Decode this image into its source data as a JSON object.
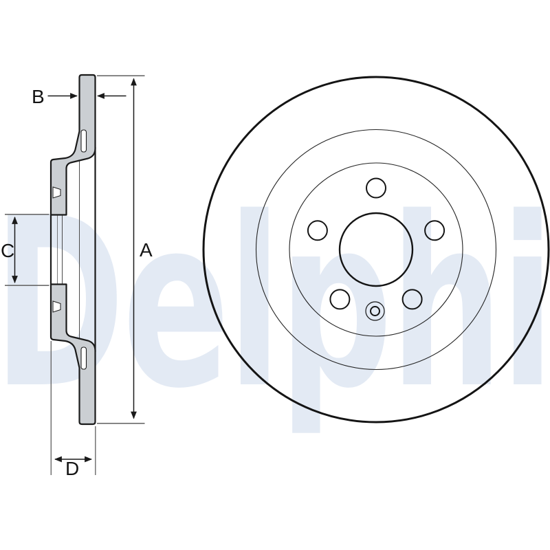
{
  "watermark": {
    "text": "Delphi",
    "color": "#e3eaf4"
  },
  "dimensions": {
    "a": {
      "label": "A",
      "meaning": "outer diameter"
    },
    "b": {
      "label": "B",
      "meaning": "disc thickness"
    },
    "c": {
      "label": "C",
      "meaning": "centre bore diameter"
    },
    "d": {
      "label": "D",
      "meaning": "overall height"
    }
  },
  "drawing": {
    "description": "Brake disc technical line drawing, side cross-section and front view",
    "views": [
      "cross-section",
      "front-view"
    ],
    "front_view": {
      "bolt_holes": 5,
      "locating_holes": 1,
      "concentric_circles": 4
    },
    "colors": {
      "outline": "#1a1a1a",
      "section_fill": "#cbcfd3",
      "witness_line": "#6a6a6a",
      "background": "#ffffff"
    }
  }
}
